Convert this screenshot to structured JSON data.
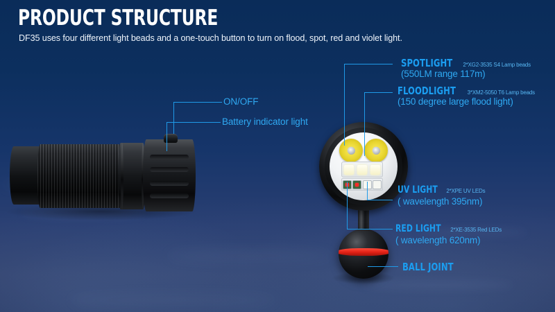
{
  "header": {
    "title": "PRODUCT STRUCTURE",
    "subtitle": "DF35 uses four different light beads and a one-touch button to turn on flood, spot, red and violet light."
  },
  "colors": {
    "accent_blue": "#1b9df0",
    "spec_blue": "#57b6f2",
    "paren_blue": "#2fa9f2",
    "leader_line": "#1f9ae8",
    "title_white": "#ffffff",
    "background_top": "#0a2c59",
    "background_bottom": "#2c3d68",
    "ball_band_red": "#e01f14",
    "reflector_yellow": "#e8d52f"
  },
  "labels": {
    "on_off": {
      "title": "ON/OFF"
    },
    "battery": {
      "title": "Battery indicator light"
    },
    "spotlight": {
      "title": "SPOTLIGHT",
      "spec": "2*XG2-3535 S4 Lamp beads",
      "detail": "(550LM range 117m)"
    },
    "floodlight": {
      "title": "FLOODLIGHT",
      "spec": "3*XM2-5050 T6 Lamp beads",
      "detail": "(150 degree large flood light)"
    },
    "uv_light": {
      "title": "UV LIGHT",
      "spec": "2*XPE UV LEDs",
      "detail": "( wavelength 395nm)"
    },
    "red_light": {
      "title": "RED LIGHT",
      "spec": "2*XE-3535 Red LEDs",
      "detail": "( wavelength 620nm)"
    },
    "ball_joint": {
      "title": "BALL JOINT"
    }
  },
  "product": {
    "model": "DF35",
    "torch_icon": "dive-flashlight-body-icon",
    "lamp_head_icon": "led-lamp-head-icon",
    "ball_joint_icon": "ball-joint-icon",
    "power_button_icon": "power-button-icon"
  }
}
